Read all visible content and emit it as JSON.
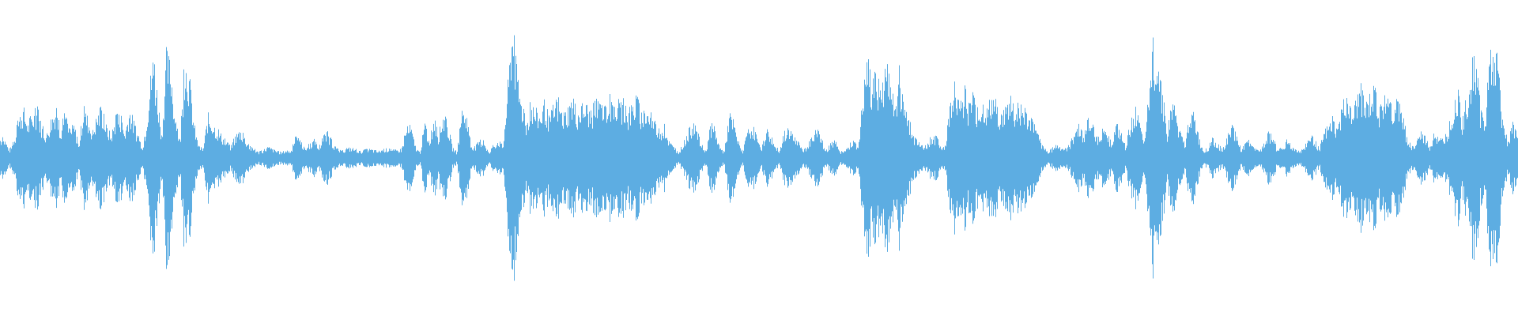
{
  "waveform": {
    "color": "#5DADE2",
    "background": "#FFFFFF",
    "kind": "audio-amplitude-waveform",
    "amplitude_envelope": [
      0.18,
      0.16,
      0.07,
      0.15,
      0.35,
      0.44,
      0.3,
      0.38,
      0.43,
      0.28,
      0.2,
      0.35,
      0.44,
      0.25,
      0.38,
      0.23,
      0.3,
      0.1,
      0.44,
      0.35,
      0.23,
      0.38,
      0.43,
      0.28,
      0.2,
      0.35,
      0.38,
      0.22,
      0.44,
      0.3,
      0.18,
      0.1,
      0.46,
      0.89,
      0.6,
      0.2,
      0.92,
      0.82,
      0.3,
      0.15,
      0.89,
      0.72,
      0.3,
      0.1,
      0.08,
      0.38,
      0.32,
      0.25,
      0.2,
      0.14,
      0.1,
      0.2,
      0.25,
      0.18,
      0.1,
      0.08,
      0.05,
      0.07,
      0.1,
      0.08,
      0.06,
      0.05,
      0.07,
      0.06,
      0.18,
      0.15,
      0.08,
      0.12,
      0.16,
      0.09,
      0.18,
      0.22,
      0.14,
      0.08,
      0.06,
      0.08,
      0.09,
      0.08,
      0.06,
      0.07,
      0.08,
      0.07,
      0.06,
      0.08,
      0.08,
      0.07,
      0.07,
      0.08,
      0.25,
      0.28,
      0.1,
      0.05,
      0.3,
      0.15,
      0.35,
      0.2,
      0.38,
      0.3,
      0.1,
      0.05,
      0.38,
      0.42,
      0.12,
      0.1,
      0.16,
      0.14,
      0.04,
      0.12,
      0.16,
      0.1,
      0.6,
      1.2,
      0.75,
      0.5,
      0.3,
      0.48,
      0.42,
      0.38,
      0.5,
      0.35,
      0.45,
      0.5,
      0.38,
      0.44,
      0.52,
      0.4,
      0.46,
      0.48,
      0.38,
      0.5,
      0.44,
      0.42,
      0.55,
      0.4,
      0.48,
      0.5,
      0.38,
      0.46,
      0.52,
      0.4,
      0.44,
      0.38,
      0.3,
      0.25,
      0.28,
      0.15,
      0.1,
      0.05,
      0.12,
      0.22,
      0.3,
      0.25,
      0.12,
      0.06,
      0.3,
      0.25,
      0.1,
      0.05,
      0.38,
      0.32,
      0.15,
      0.06,
      0.22,
      0.3,
      0.18,
      0.06,
      0.25,
      0.2,
      0.1,
      0.07,
      0.22,
      0.25,
      0.18,
      0.14,
      0.06,
      0.1,
      0.2,
      0.25,
      0.18,
      0.06,
      0.12,
      0.15,
      0.06,
      0.05,
      0.12,
      0.14,
      0.1,
      0.52,
      0.9,
      0.6,
      0.78,
      0.5,
      0.85,
      0.62,
      0.45,
      0.78,
      0.4,
      0.35,
      0.18,
      0.14,
      0.1,
      0.12,
      0.2,
      0.18,
      0.1,
      0.12,
      0.5,
      0.75,
      0.4,
      0.62,
      0.45,
      0.55,
      0.4,
      0.5,
      0.42,
      0.55,
      0.48,
      0.38,
      0.45,
      0.52,
      0.4,
      0.48,
      0.42,
      0.36,
      0.3,
      0.2,
      0.1,
      0.06,
      0.08,
      0.12,
      0.1,
      0.08,
      0.12,
      0.25,
      0.3,
      0.2,
      0.35,
      0.28,
      0.18,
      0.24,
      0.2,
      0.14,
      0.3,
      0.22,
      0.1,
      0.3,
      0.45,
      0.32,
      0.1,
      0.55,
      1.0,
      0.92,
      0.6,
      0.2,
      0.5,
      0.38,
      0.2,
      0.12,
      0.45,
      0.35,
      0.16,
      0.06,
      0.1,
      0.18,
      0.12,
      0.08,
      0.18,
      0.28,
      0.2,
      0.08,
      0.12,
      0.16,
      0.1,
      0.05,
      0.12,
      0.22,
      0.18,
      0.06,
      0.1,
      0.16,
      0.1,
      0.08,
      0.06,
      0.12,
      0.2,
      0.16,
      0.08,
      0.22,
      0.28,
      0.35,
      0.22,
      0.45,
      0.58,
      0.38,
      0.5,
      0.62,
      0.45,
      0.55,
      0.6,
      0.4,
      0.52,
      0.48,
      0.42,
      0.5,
      0.38,
      0.2,
      0.1,
      0.12,
      0.22,
      0.18,
      0.1,
      0.22,
      0.15,
      0.18,
      0.25,
      0.45,
      0.6,
      0.3,
      0.55,
      0.8,
      0.9,
      0.4,
      0.3,
      0.95,
      1.05,
      0.7,
      0.25,
      0.15,
      0.3,
      0.2
    ]
  }
}
